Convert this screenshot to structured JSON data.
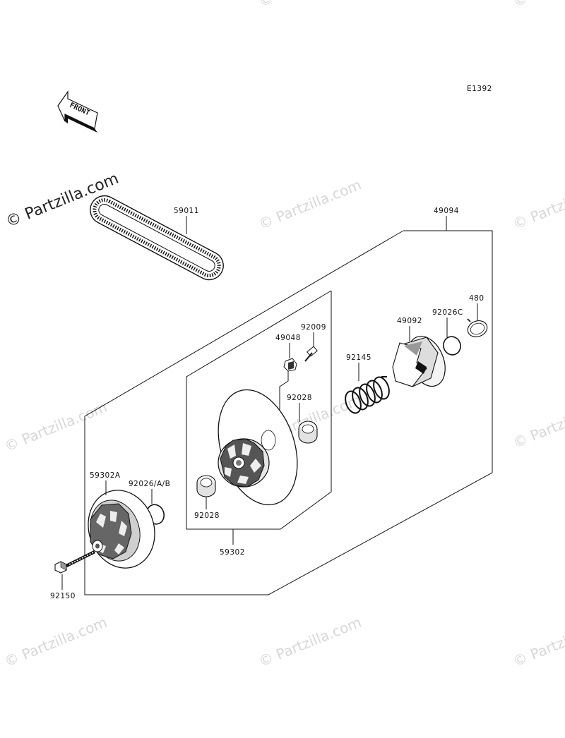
{
  "diagram_code": "E1392",
  "front_label": "FRONT",
  "watermark_text": "© Partzilla.com",
  "labels": {
    "belt": "59011",
    "assembly": "49094",
    "ring_480": "480",
    "cam": "49092",
    "ring_92026c": "92026C",
    "spring": "92145",
    "screw": "92009",
    "slider": "49048",
    "bushing_upper": "92028",
    "bushing_lower": "92028",
    "sheave_assy": "59302",
    "fixed_sheave": "59302A",
    "ring_92026ab": "92026/A/B",
    "bolt": "92150"
  }
}
